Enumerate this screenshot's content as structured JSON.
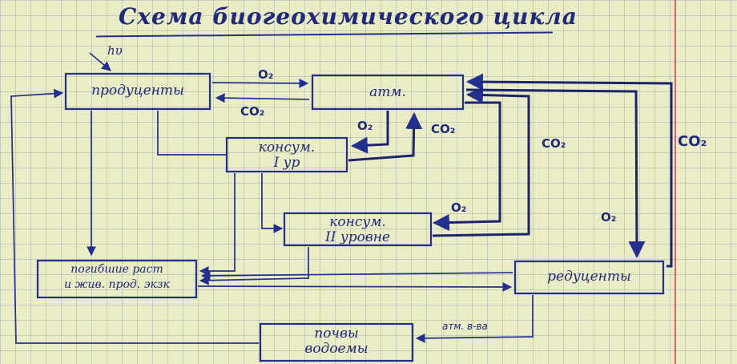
{
  "title": "Схема биогеохимического цикла",
  "energy": "hυ",
  "nodes": {
    "producers": "продуценты",
    "atmosphere": "атм.",
    "consumers1": [
      "консум.",
      "I ур"
    ],
    "consumers2": [
      "консум.",
      "II уровне"
    ],
    "dead": [
      "погибшие раст",
      "и жив. прод. экзк"
    ],
    "reducers": "редуценты",
    "soil": [
      "почвы",
      "водоемы"
    ]
  },
  "flows": {
    "o2_main": "O₂",
    "co2_main": "CO₂",
    "o2_c1": "O₂",
    "co2_c1": "CO₂",
    "co2_c2": "CO₂",
    "o2_c2": "O₂",
    "o2_red": "O₂",
    "co2_red": "CO₂",
    "atm_substances": "атм. в-ва"
  },
  "colors": {
    "ink": "#232f8f",
    "paper": "#e9ecc4",
    "grid": "#6e82aa",
    "margin": "#e0607a"
  }
}
